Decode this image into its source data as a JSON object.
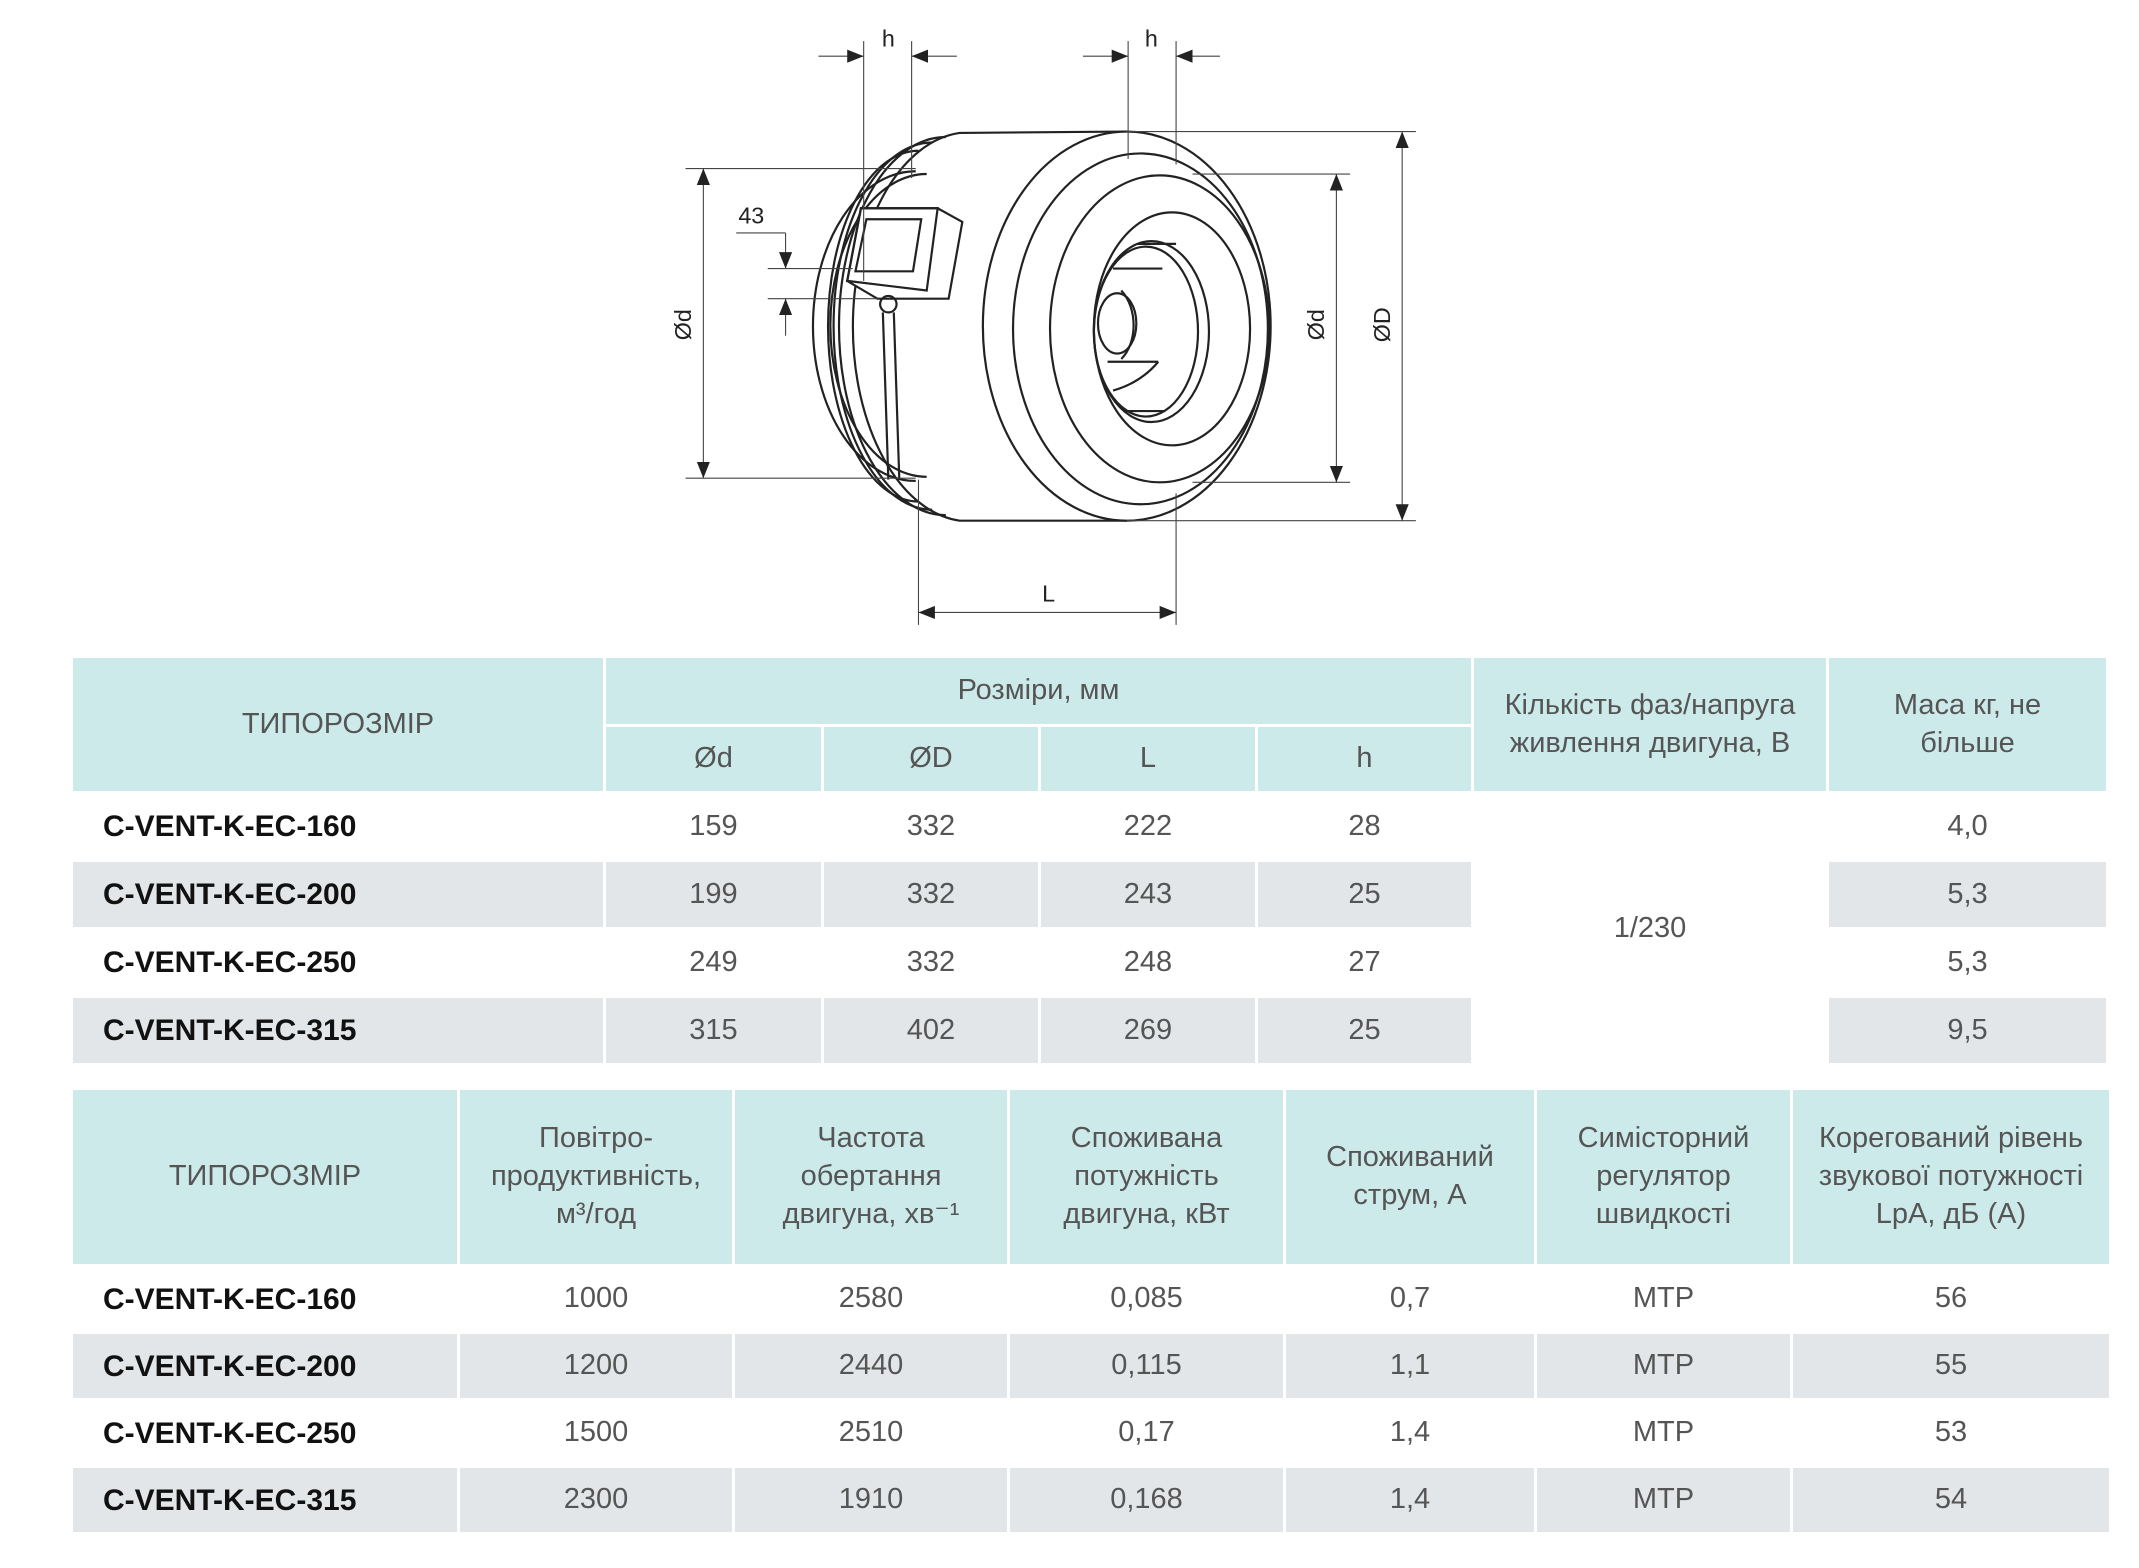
{
  "drawing": {
    "labels": {
      "h_left": "h",
      "h_right": "h",
      "dim_43": "43",
      "d_left": "Ød",
      "d_right": "Ød",
      "D": "ØD",
      "L": "L"
    }
  },
  "table1": {
    "header_model": "ТИПОРОЗМІР",
    "header_dims": "Розміри, мм",
    "dim_cols": [
      "Ød",
      "ØD",
      "L",
      "h"
    ],
    "header_phase": "Кількість фаз/напруга живлення двигуна, В",
    "header_mass": "Маса кг, не більше",
    "phase_value": "1/230",
    "rows": [
      {
        "model": "C-VENT-K-EC-160",
        "d": "159",
        "D": "332",
        "L": "222",
        "h": "28",
        "mass": "4,0"
      },
      {
        "model": "C-VENT-K-EC-200",
        "d": "199",
        "D": "332",
        "L": "243",
        "h": "25",
        "mass": "5,3"
      },
      {
        "model": "C-VENT-K-EC-250",
        "d": "249",
        "D": "332",
        "L": "248",
        "h": "27",
        "mass": "5,3"
      },
      {
        "model": "C-VENT-K-EC-315",
        "d": "315",
        "D": "402",
        "L": "269",
        "h": "25",
        "mass": "9,5"
      }
    ]
  },
  "table2": {
    "headers": [
      "ТИПОРОЗМІР",
      "Повітро-продуктивність, м³/год",
      "Частота обертання двигуна, хв⁻¹",
      "Споживана потужність двигуна, кВт",
      "Споживаний струм, А",
      "Симісторний регулятор швидкості",
      "Корегований рівень звукової потужності LpA, дБ (А)"
    ],
    "rows": [
      {
        "model": "C-VENT-K-EC-160",
        "flow": "1000",
        "rpm": "2580",
        "power": "0,085",
        "current": "0,7",
        "regulator": "MTP",
        "sound": "56"
      },
      {
        "model": "C-VENT-K-EC-200",
        "flow": "1200",
        "rpm": "2440",
        "power": "0,115",
        "current": "1,1",
        "regulator": "MTP",
        "sound": "55"
      },
      {
        "model": "C-VENT-K-EC-250",
        "flow": "1500",
        "rpm": "2510",
        "power": "0,17",
        "current": "1,4",
        "regulator": "MTP",
        "sound": "53"
      },
      {
        "model": "C-VENT-K-EC-315",
        "flow": "2300",
        "rpm": "1910",
        "power": "0,168",
        "current": "1,4",
        "regulator": "MTP",
        "sound": "54"
      }
    ]
  },
  "colors": {
    "header_bg": "#cdeaea",
    "stripe_bg": "#e3e6e8"
  }
}
